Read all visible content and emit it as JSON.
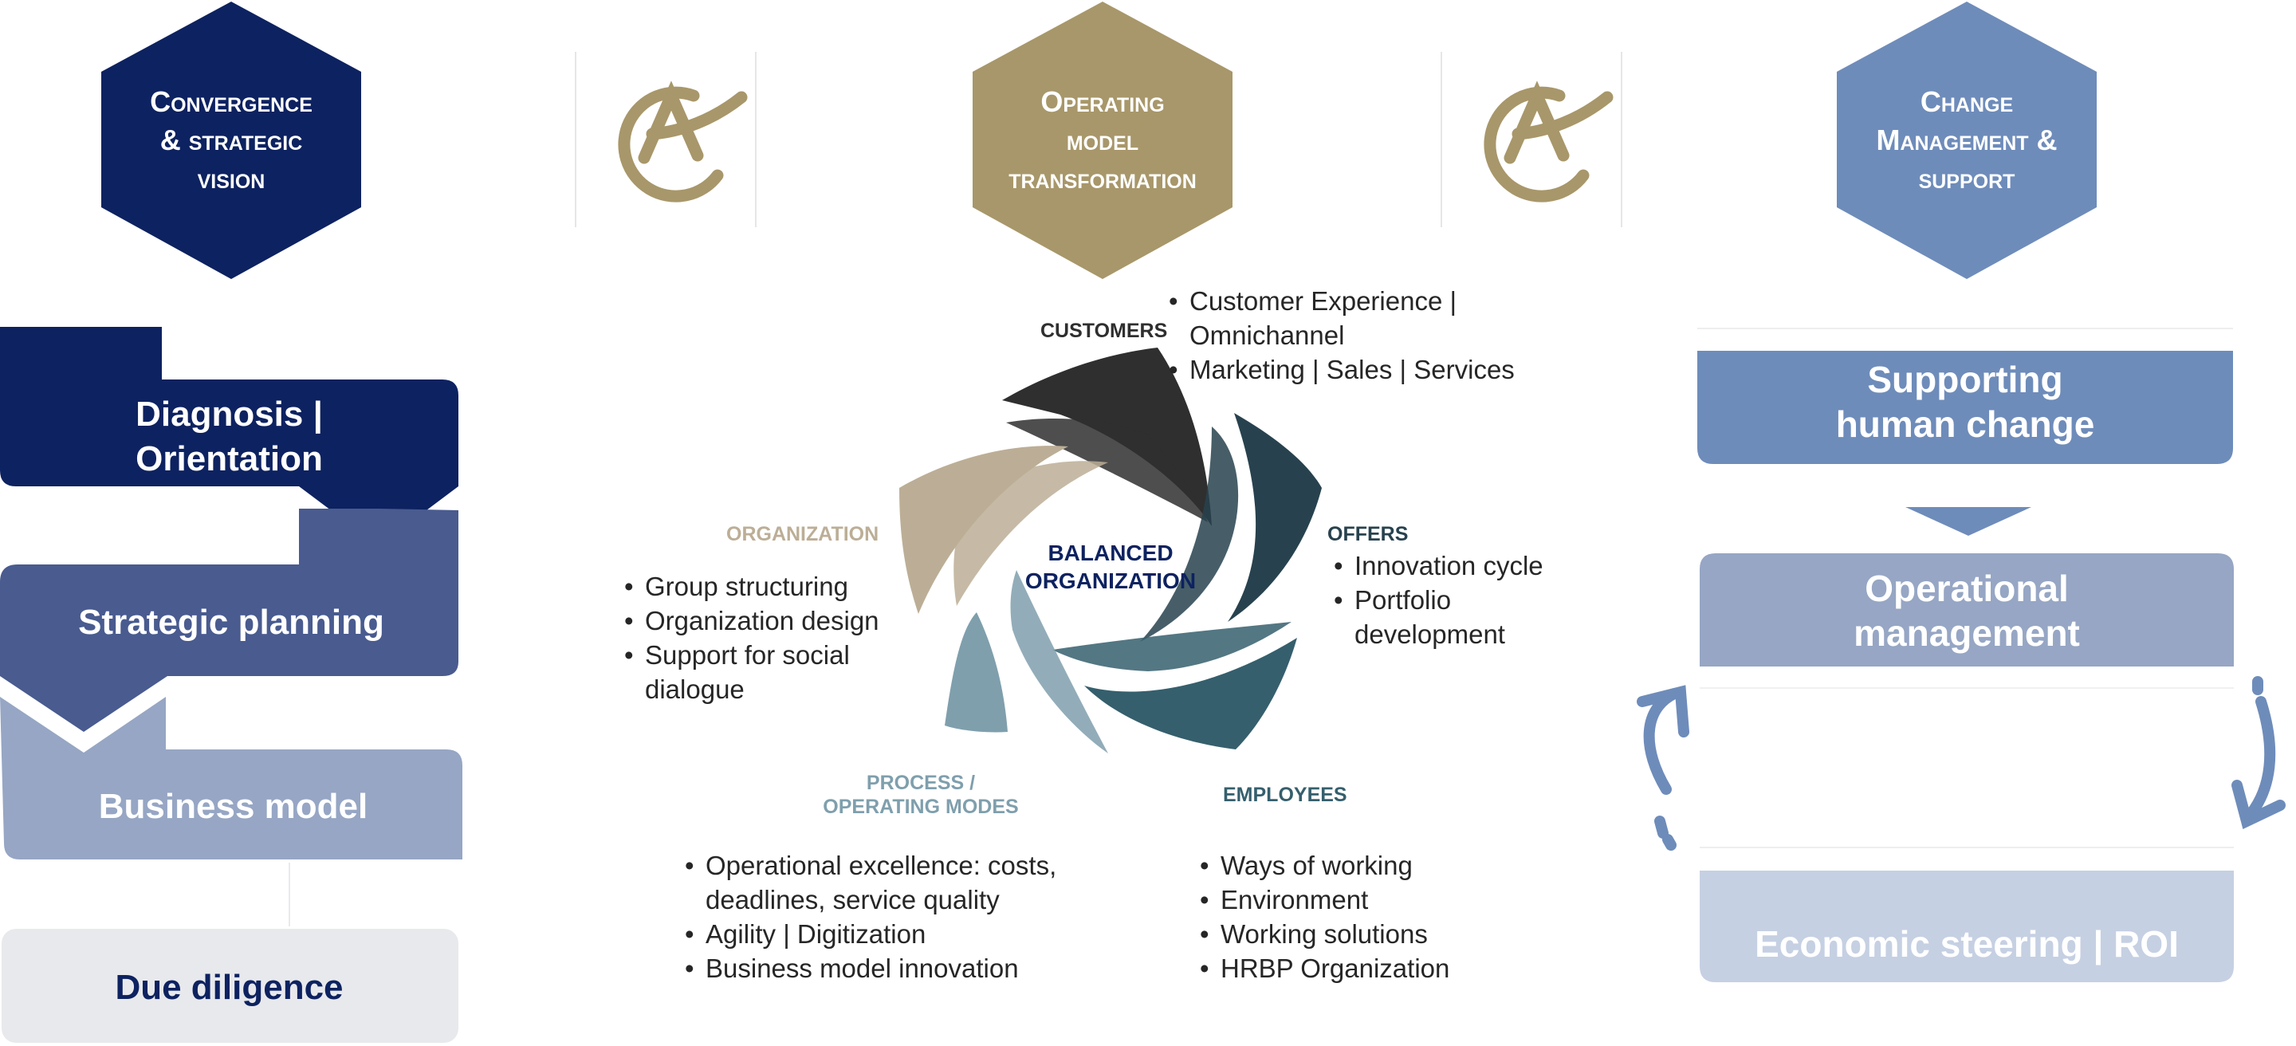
{
  "colors": {
    "navy": "#0d2260",
    "gold": "#a8976a",
    "steel": "#6e8cba",
    "slate": "#495b8f",
    "light_slate": "#96a6c4",
    "pale_grey": "#e8e9ec",
    "dark": "#2f2f2f",
    "teal_dark": "#27424e",
    "teal_mid": "#355f6d",
    "grey_blue": "#7f9fad",
    "beige": "#bcae96"
  },
  "hexagons": [
    {
      "lines": [
        "Convergence",
        "& strategic",
        "vision"
      ]
    },
    {
      "lines": [
        "Operating",
        "model",
        "transformation"
      ]
    },
    {
      "lines": [
        "Change",
        "Management &",
        "support"
      ]
    }
  ],
  "logo_icon": "ac-monogram-icon",
  "left_column": {
    "diagnosis": "Diagnosis | Orientation",
    "diagnosis_lines": [
      "Diagnosis |",
      "Orientation"
    ],
    "strategic": "Strategic planning",
    "business": "Business model",
    "due": "Due diligence"
  },
  "center": {
    "core_lines": [
      "BALANCED",
      "ORGANIZATION"
    ],
    "segments": {
      "customers": {
        "label": "CUSTOMERS",
        "items": [
          "Customer Experience | Omnichannel",
          "Marketing | Sales | Services"
        ],
        "item1_lines": [
          "Customer Experience |",
          "Omnichannel"
        ]
      },
      "offers": {
        "label": "OFFERS",
        "items": [
          "Innovation cycle",
          "Portfolio development"
        ],
        "item2_lines": [
          "Portfolio",
          "development"
        ]
      },
      "employees": {
        "label": "EMPLOYEES",
        "items": [
          "Ways of working",
          "Environment",
          "Working solutions",
          "HRBP Organization"
        ]
      },
      "process": {
        "label_lines": [
          "PROCESS /",
          "OPERATING MODES"
        ],
        "items": [
          "Operational excellence: costs, deadlines, service quality",
          "Agility | Digitization",
          "Business model innovation"
        ],
        "item1_lines": [
          "Operational excellence: costs,",
          "deadlines, service quality"
        ]
      },
      "organization": {
        "label": "ORGANIZATION",
        "items": [
          "Group structuring",
          "Organization design",
          "Support for social dialogue"
        ],
        "item3_lines": [
          "Support for social",
          "dialogue"
        ]
      }
    }
  },
  "right_column": {
    "supporting_lines": [
      "Supporting",
      "human change"
    ],
    "operational_lines": [
      "Operational",
      "management"
    ],
    "economic": "Economic steering | ROI",
    "arrow_icon": "cycle-arrow-icon"
  }
}
